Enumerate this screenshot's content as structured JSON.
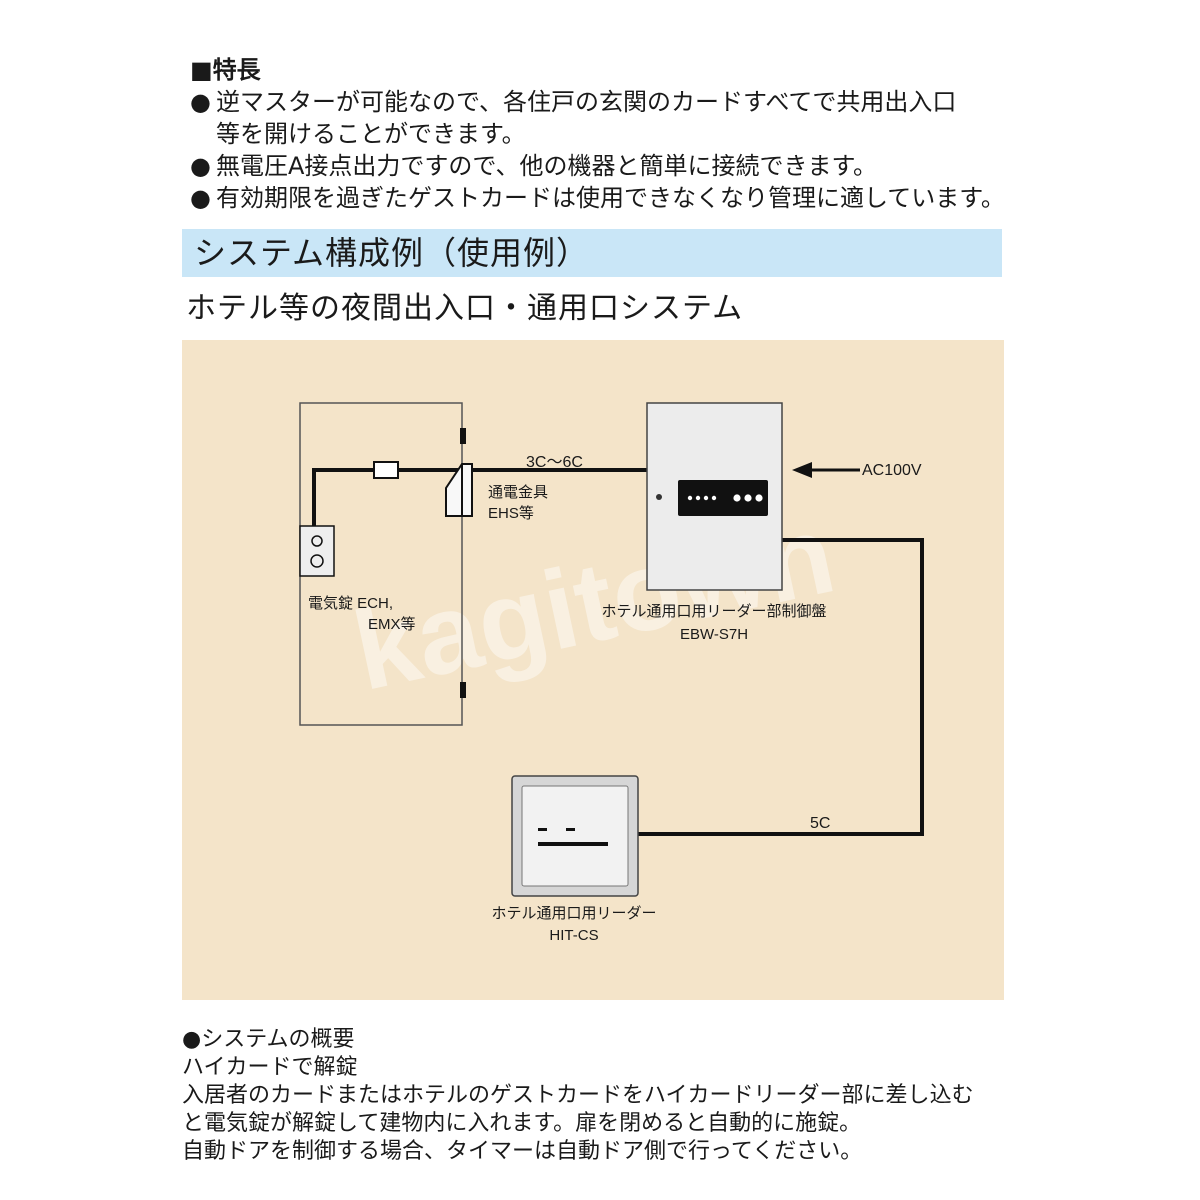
{
  "features": {
    "title": "■特長",
    "bullet_glyph": "●",
    "items": [
      {
        "lines": [
          "逆マスターが可能なので、各住戸の玄関のカードすべてで共用出入口",
          "等を開けることができます。"
        ]
      },
      {
        "lines": [
          "無電圧A接点出力ですので、他の機器と簡単に接続できます。"
        ]
      },
      {
        "lines": [
          "有効期限を過ぎたゲストカードは使用できなくなり管理に適しています。"
        ]
      }
    ]
  },
  "section": {
    "title": "システム構成例（使用例）",
    "subtitle": "ホテル等の夜間出入口・通用口システム"
  },
  "diagram": {
    "watermark": "kagitown",
    "labels": {
      "cable_3c6c": "3C～6C",
      "power_hardware_1": "通電金具",
      "power_hardware_2": "EHS等",
      "ac_power": "AC100V",
      "control_panel_1": "ホテル通用口用リーダー部制御盤",
      "control_panel_2": "EBW-S7H",
      "electric_lock_1": "電気錠 ECH,",
      "electric_lock_2": "EMX等",
      "cable_5c": "5C",
      "reader_1": "ホテル通用口用リーダー",
      "reader_2": "HIT-CS"
    }
  },
  "summary": {
    "heading": "●システムの概要",
    "lines": [
      "ハイカードで解錠",
      "入居者のカードまたはホテルのゲストカードをハイカードリーダー部に差し込む",
      "と電気錠が解錠して建物内に入れます。扉を閉めると自動的に施錠。",
      "自動ドアを制御する場合、タイマーは自動ドア側で行ってください。"
    ]
  },
  "colors": {
    "panel_bg": "#f4e4c9",
    "band_bg": "#c9e6f7",
    "device_fill": "#ececec",
    "line": "#111111"
  }
}
